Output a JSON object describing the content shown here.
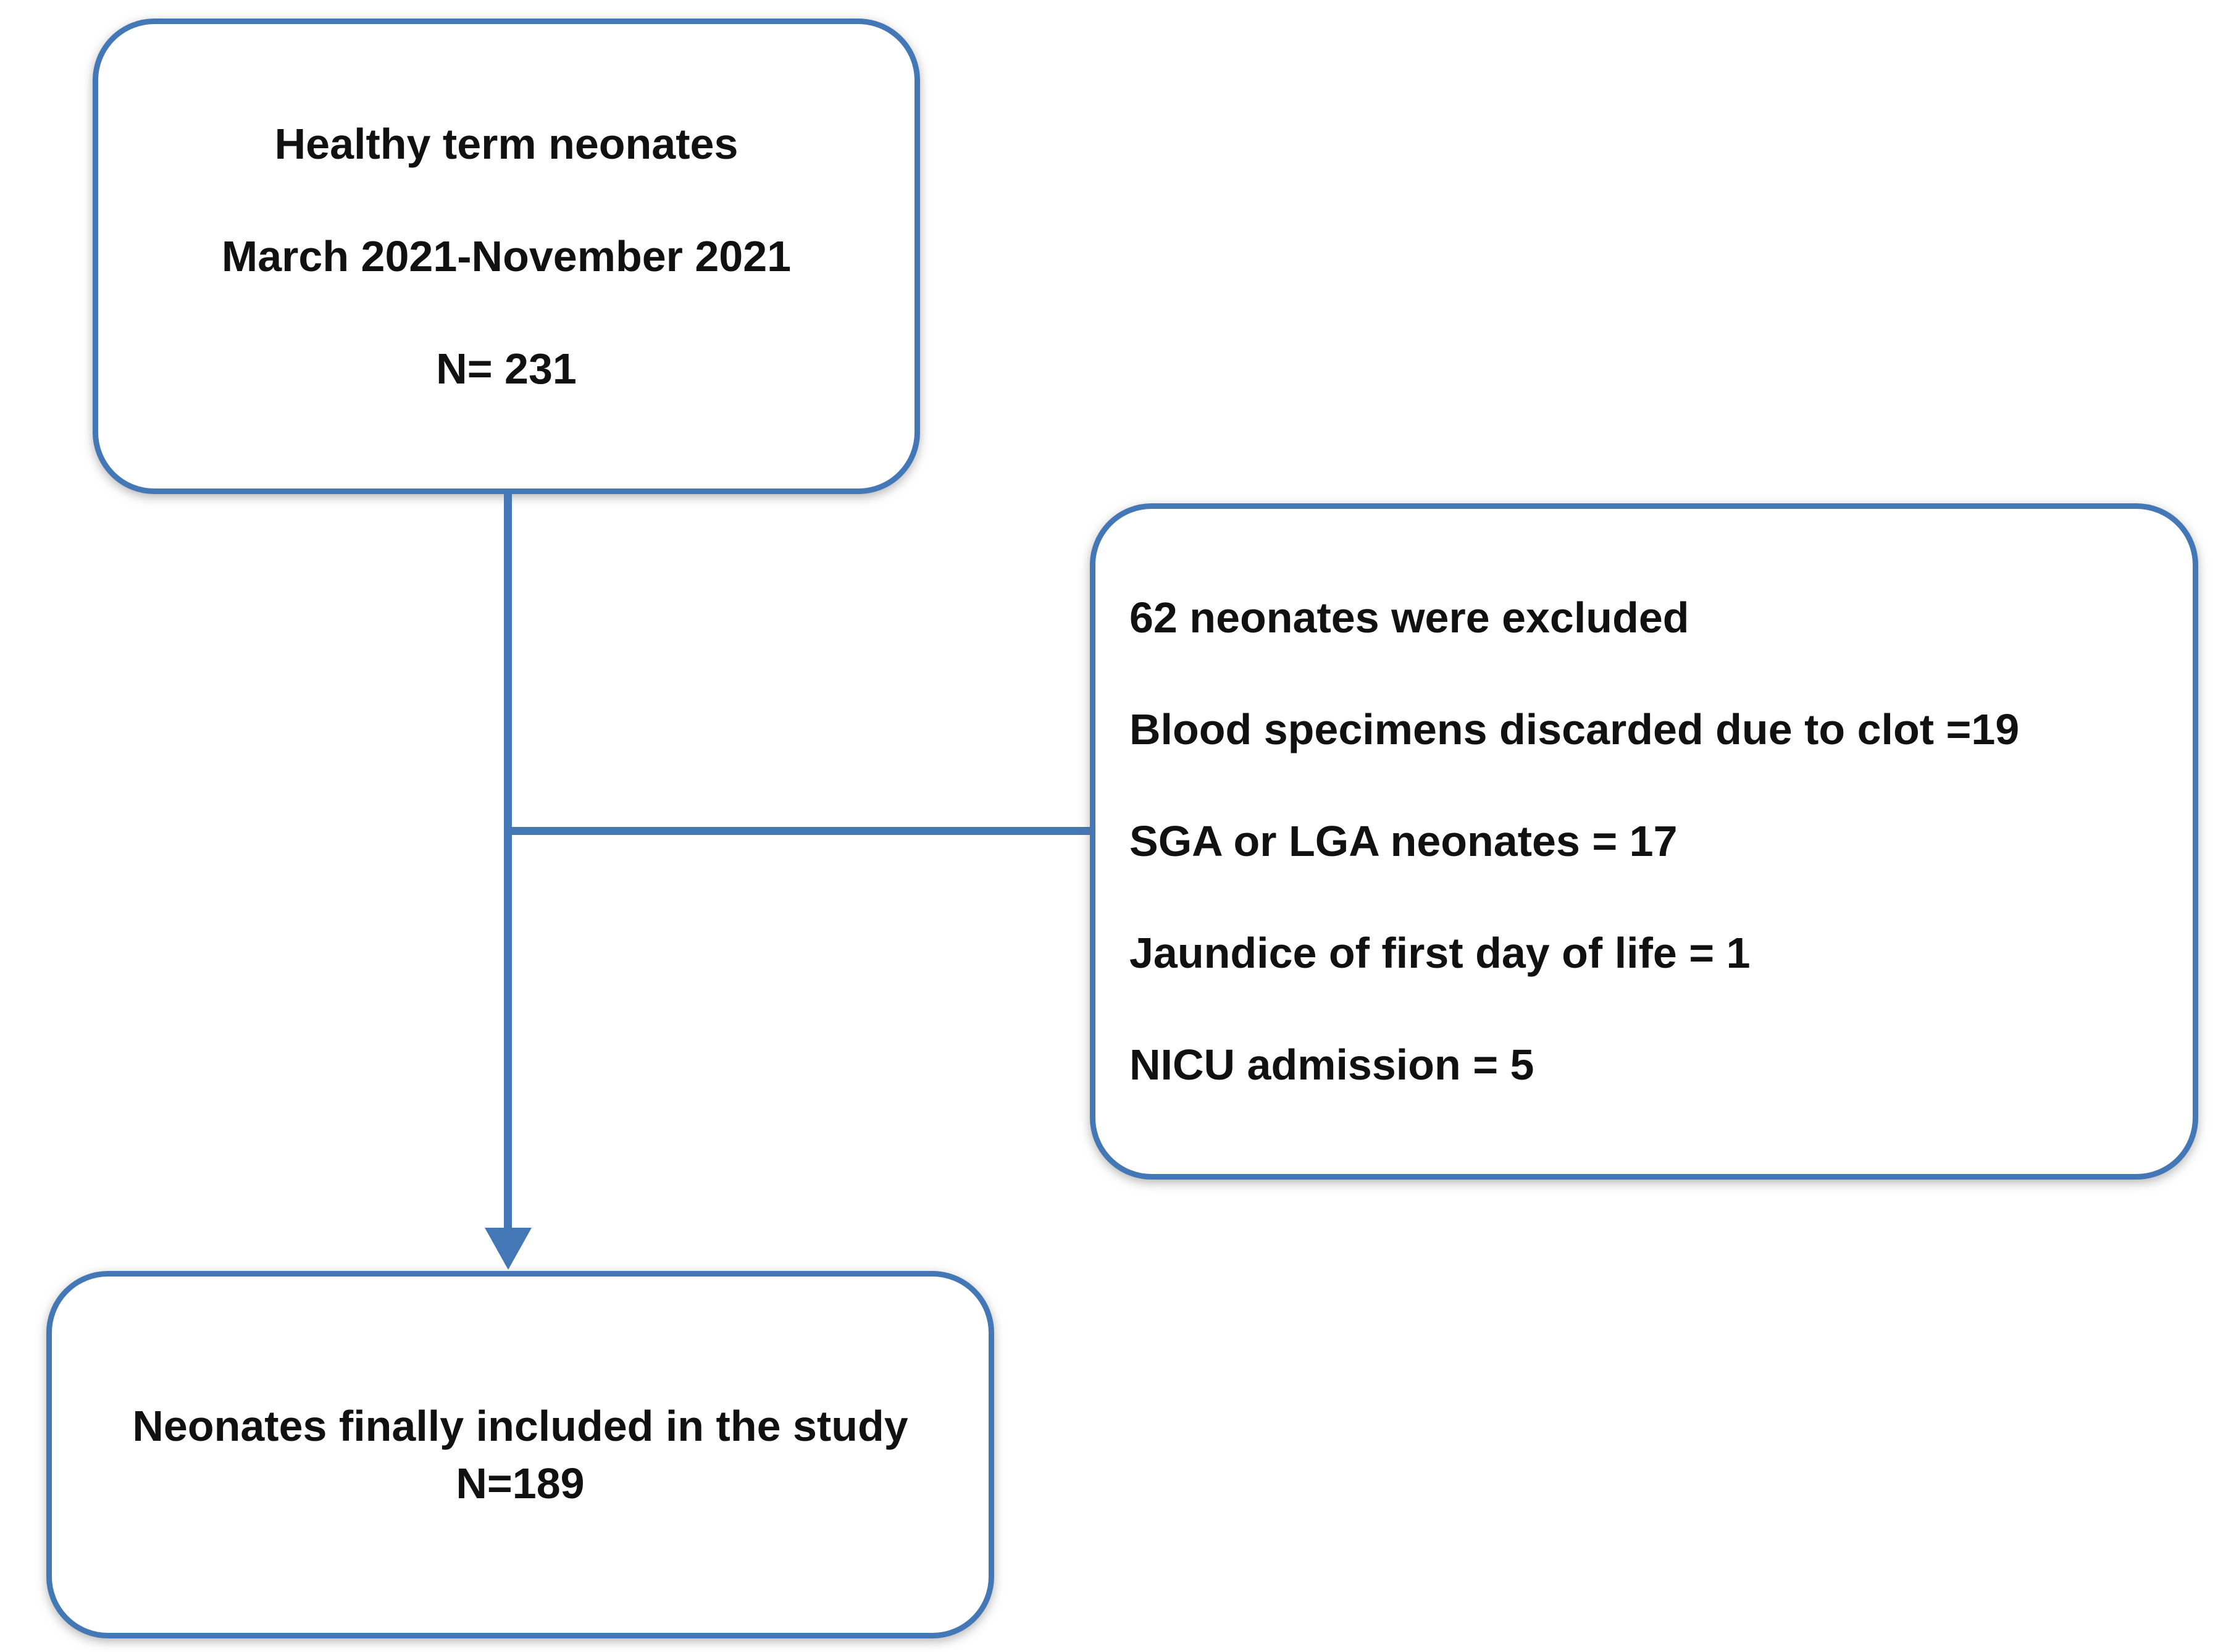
{
  "diagram": {
    "type": "study-flowchart",
    "accent_color": "#4377b5",
    "text_color": "#111111",
    "background_color": "#ffffff",
    "nodes": {
      "enrolled": {
        "lines": [
          "Healthy term neonates",
          "March 2021-November 2021",
          "N= 231"
        ]
      },
      "excluded": {
        "lines": [
          "62 neonates were excluded",
          "Blood specimens discarded due to clot =19",
          "SGA or LGA neonates = 17",
          "Jaundice of first day of life = 1",
          "NICU admission = 5"
        ]
      },
      "included": {
        "lines": [
          "Neonates finally included in the study",
          "N=189"
        ]
      }
    },
    "edges": [
      {
        "from": "enrolled",
        "to": "included",
        "style": "vertical-arrow"
      },
      {
        "from": "enrolled",
        "to": "excluded",
        "style": "horizontal-branch"
      }
    ]
  }
}
